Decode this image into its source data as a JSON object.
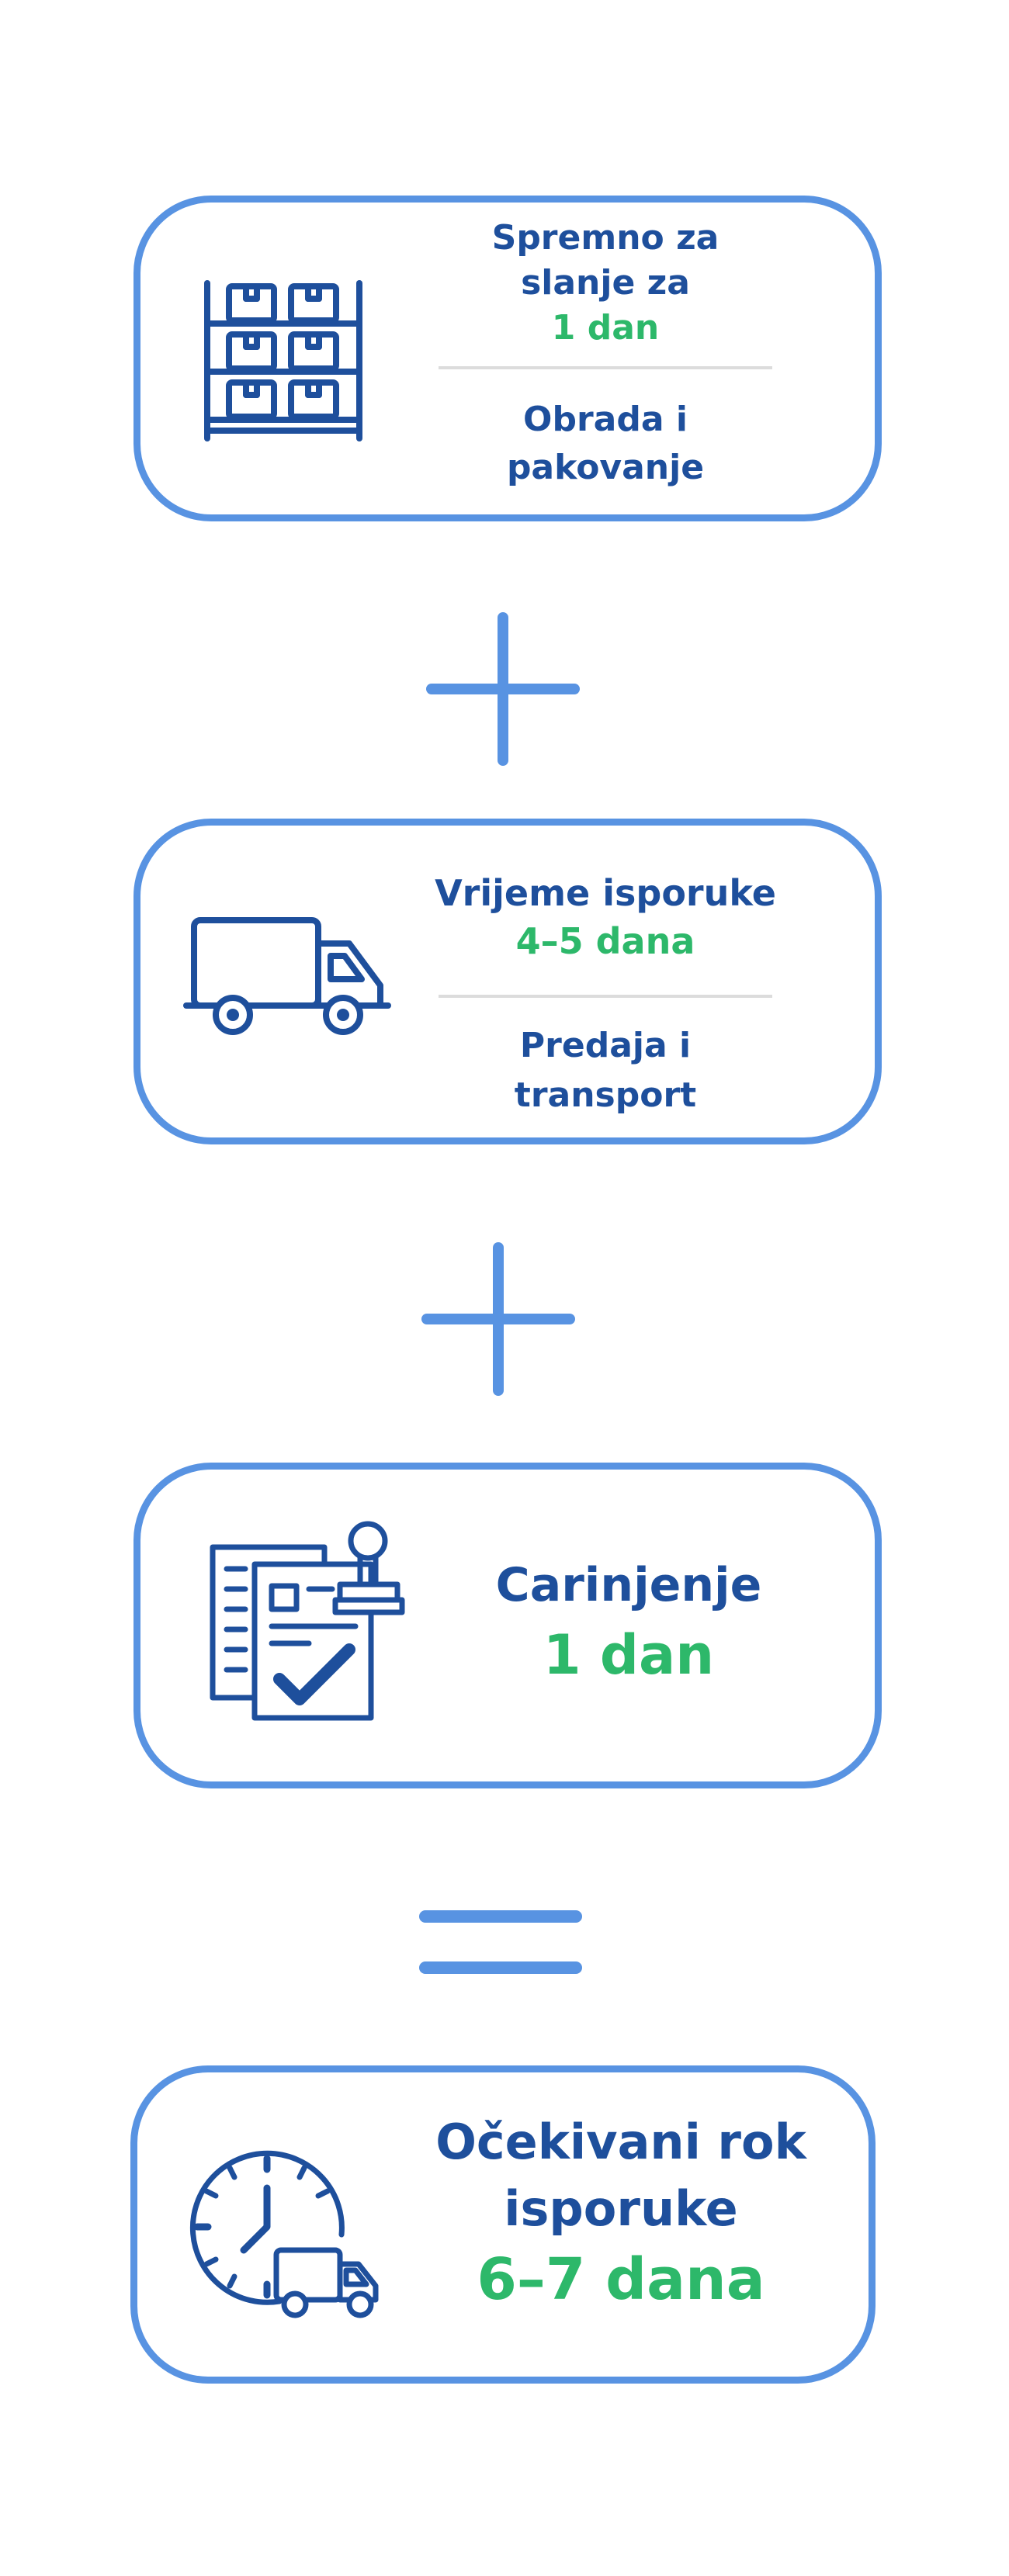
{
  "steps": [
    {
      "icon": "warehouse-shelf-icon",
      "title_lines": [
        "Spremno za",
        "slanje za"
      ],
      "duration": "1 dan",
      "subtitle_lines": [
        "Obrada i",
        "pakovanje"
      ]
    },
    {
      "icon": "delivery-truck-icon",
      "title_lines": [
        "Vrijeme isporuke"
      ],
      "duration": "4–5 dana",
      "subtitle_lines": [
        "Predaja i",
        "transport"
      ]
    },
    {
      "icon": "customs-document-stamp-icon",
      "title_lines": [
        "Carinjenje"
      ],
      "duration": "1 dan"
    }
  ],
  "operators": [
    "plus",
    "plus",
    "equals"
  ],
  "result": {
    "icon": "clock-truck-icon",
    "title_lines": [
      "Očekivani rok",
      "isporuke"
    ],
    "duration": "6–7 dana"
  },
  "colors": {
    "border": "#5893e2",
    "title": "#1e4f9c",
    "duration": "#2db86a",
    "operator": "#5893e2",
    "divider": "#dcdcdc"
  }
}
